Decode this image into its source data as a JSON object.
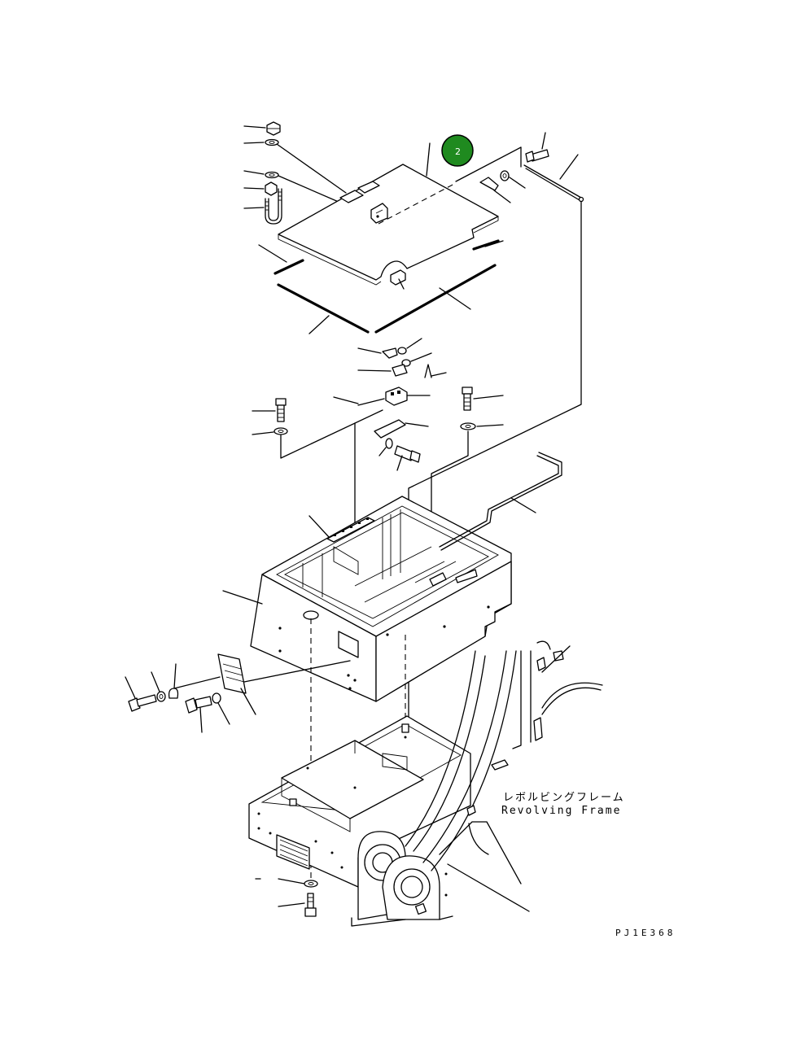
{
  "callout": {
    "number": "2",
    "color": "#1f8a1f"
  },
  "labels": {
    "frame_jp": "レボルビングフレーム",
    "frame_en": "Revolving Frame"
  },
  "drawing_code": "PJ1E368"
}
